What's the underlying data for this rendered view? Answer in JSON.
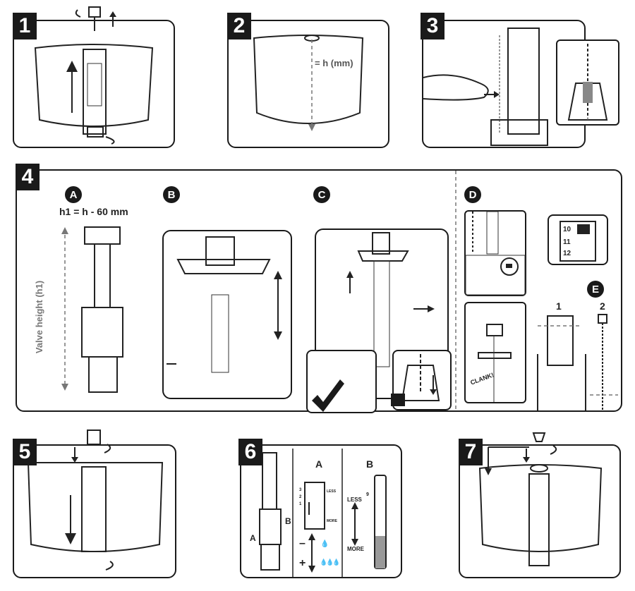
{
  "steps": {
    "s1": {
      "number": "1"
    },
    "s2": {
      "number": "2",
      "label": "= h (mm)"
    },
    "s3": {
      "number": "3"
    },
    "s4": {
      "number": "4",
      "A": {
        "letter": "A",
        "formula": "h1 = h - 60 mm",
        "axis_label": "Valve height (h1)"
      },
      "B": {
        "letter": "B"
      },
      "C": {
        "letter": "C"
      },
      "D": {
        "letter": "D",
        "scale": [
          "10",
          "11",
          "12"
        ]
      },
      "E": {
        "letter": "E",
        "item1": "1",
        "item2": "2"
      },
      "clank": "CLANK!"
    },
    "s5": {
      "number": "5"
    },
    "s6": {
      "number": "6",
      "callout_a": "A",
      "callout_b": "B",
      "A": {
        "letter": "A",
        "ticks": [
          "3",
          "2",
          "1"
        ],
        "less": "LESS",
        "more": "MORE",
        "minus": "–",
        "plus": "+"
      },
      "B": {
        "letter": "B",
        "tick_top": "9",
        "less": "LESS",
        "more": "MORE"
      }
    },
    "s7": {
      "number": "7"
    }
  },
  "colors": {
    "ink": "#1a1a1a",
    "dash": "#777777"
  }
}
